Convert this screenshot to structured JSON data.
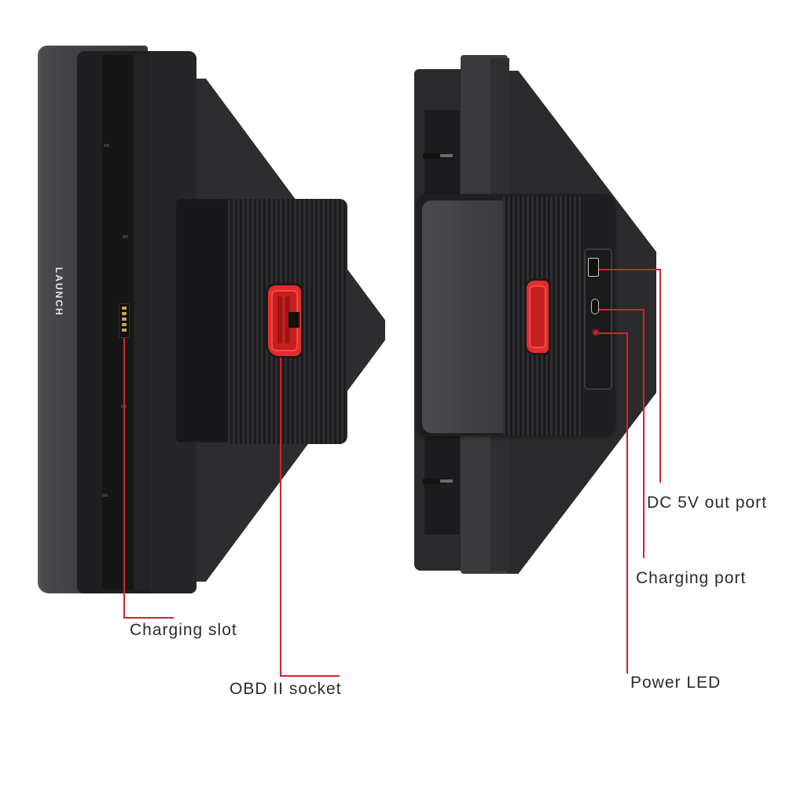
{
  "figure": {
    "brand": "LAUNCH",
    "accent_color": "#d4242c",
    "background": "#ffffff",
    "left_view": {
      "labels": [
        {
          "id": "charging-slot",
          "text": "Charging slot"
        },
        {
          "id": "obd-socket",
          "text": "OBD II socket"
        }
      ]
    },
    "right_view": {
      "labels": [
        {
          "id": "dc-out",
          "text": "DC 5V out port"
        },
        {
          "id": "charging-port",
          "text": "Charging port"
        },
        {
          "id": "power-led",
          "text": "Power LED"
        }
      ]
    }
  }
}
